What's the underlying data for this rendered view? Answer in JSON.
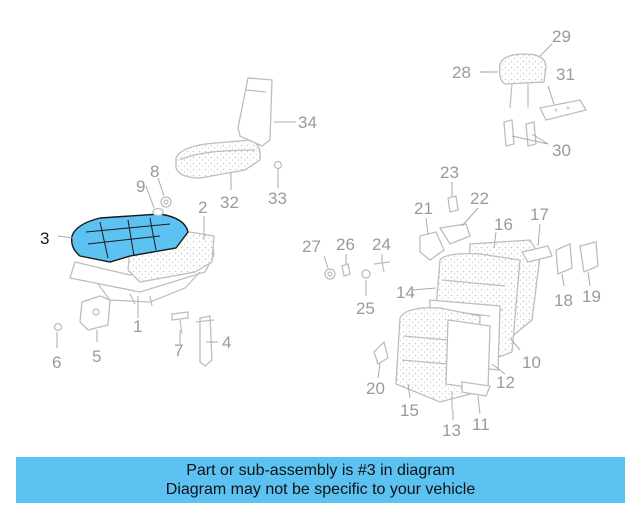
{
  "diagram": {
    "highlight_color": "#5bc2f2",
    "highlighted_part": "3",
    "callouts": [
      "1",
      "2",
      "3",
      "4",
      "5",
      "6",
      "7",
      "8",
      "9",
      "10",
      "11",
      "12",
      "13",
      "14",
      "15",
      "16",
      "17",
      "18",
      "19",
      "20",
      "21",
      "22",
      "23",
      "24",
      "25",
      "26",
      "27",
      "28",
      "29",
      "30",
      "31",
      "32",
      "33",
      "34"
    ]
  },
  "caption": {
    "line1": "Part or sub-assembly is #3 in diagram",
    "line2": "Diagram may not be specific to your vehicle",
    "background": "#5bc2f2"
  }
}
